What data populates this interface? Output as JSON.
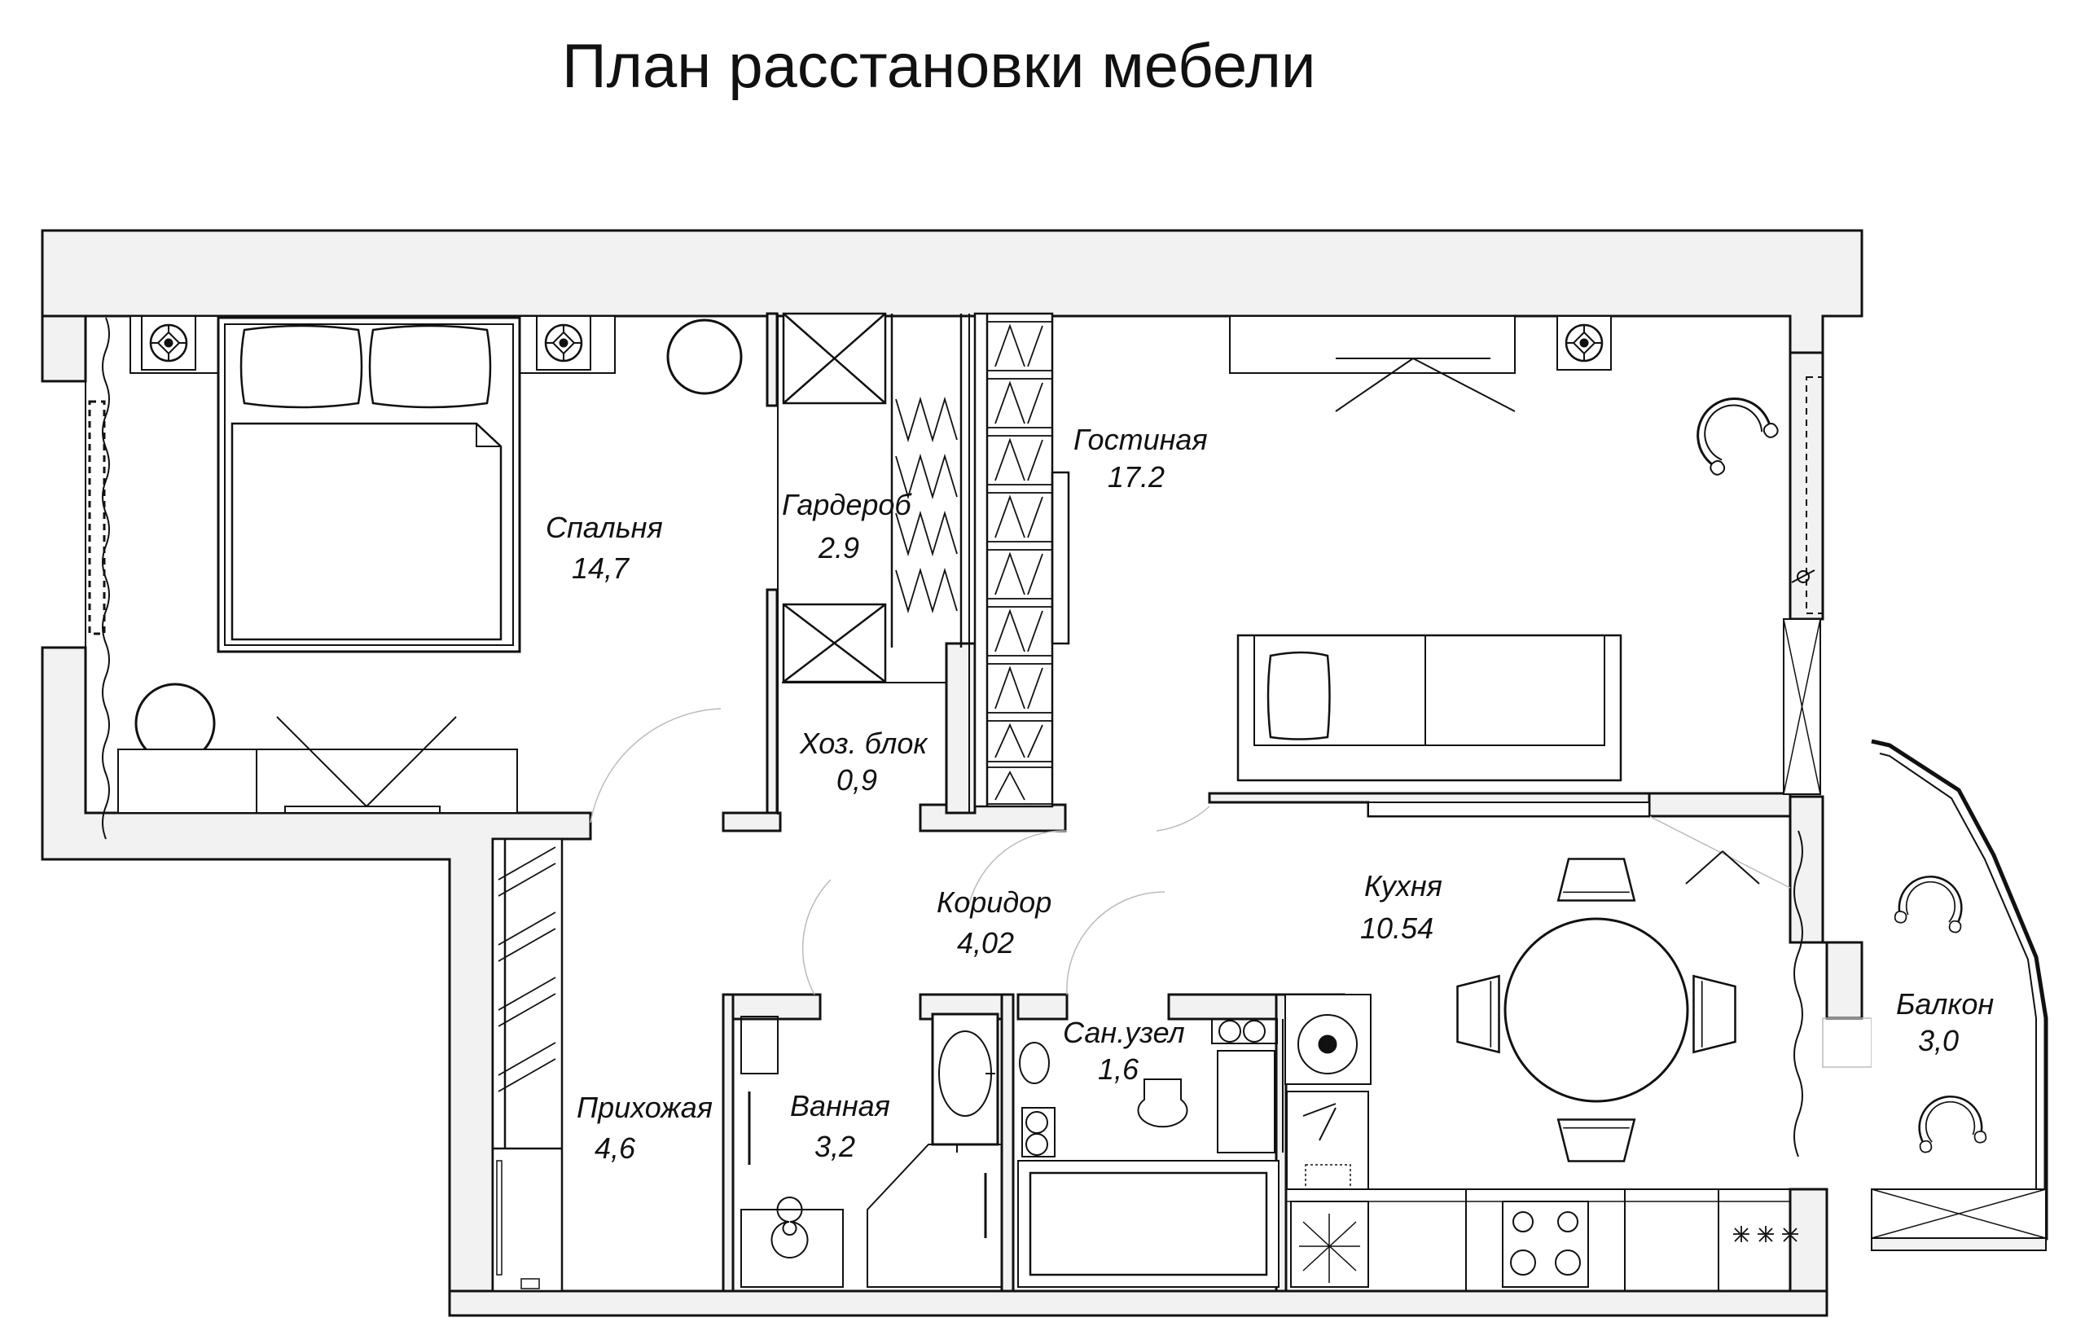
{
  "title": "План расстановки мебели",
  "rooms": [
    {
      "id": "bedroom",
      "name": "Спальня",
      "area": "14,7"
    },
    {
      "id": "wardrobe",
      "name": "Гардероб",
      "area": "2.9"
    },
    {
      "id": "storage",
      "name": "Хоз. блок",
      "area": "0,9"
    },
    {
      "id": "living",
      "name": "Гостиная",
      "area": "17.2"
    },
    {
      "id": "corridor",
      "name": "Коридор",
      "area": "4,02"
    },
    {
      "id": "kitchen",
      "name": "Кухня",
      "area": "10.54"
    },
    {
      "id": "wc",
      "name": "Сан.узел",
      "area": "1,6"
    },
    {
      "id": "bath",
      "name": "Ванная",
      "area": "3,2"
    },
    {
      "id": "hall",
      "name": "Прихожая",
      "area": "4,6"
    },
    {
      "id": "balcony",
      "name": "Балкон",
      "area": "3,0"
    }
  ],
  "colors": {
    "wall_fill": "#f2f2f2",
    "line": "#111111"
  }
}
